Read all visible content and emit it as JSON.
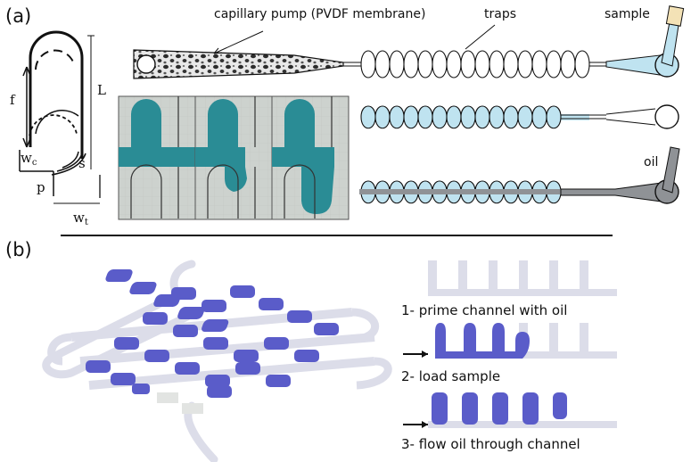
{
  "panels": {
    "a": "(a)",
    "b": "(b)"
  },
  "annotations": {
    "pump": "capillary pump (PVDF membrane)",
    "traps": "traps",
    "sample": "sample",
    "oil": "oil"
  },
  "geometry_labels": {
    "f": "f",
    "L": "L",
    "w": "w",
    "wc_sub": "c",
    "wt_sub": "t",
    "p": "p",
    "s": "s"
  },
  "steps": [
    "1- prime channel with oil",
    "2- load sample",
    "3- flow oil through channel"
  ],
  "colors": {
    "teal": "#2a8c95",
    "lightblue": "#bfe3f0",
    "oil_gray": "#8f9296",
    "purple": "#5a5cc9",
    "lavender": "#dcdde9",
    "photo_bg": "#cfd3cf"
  }
}
